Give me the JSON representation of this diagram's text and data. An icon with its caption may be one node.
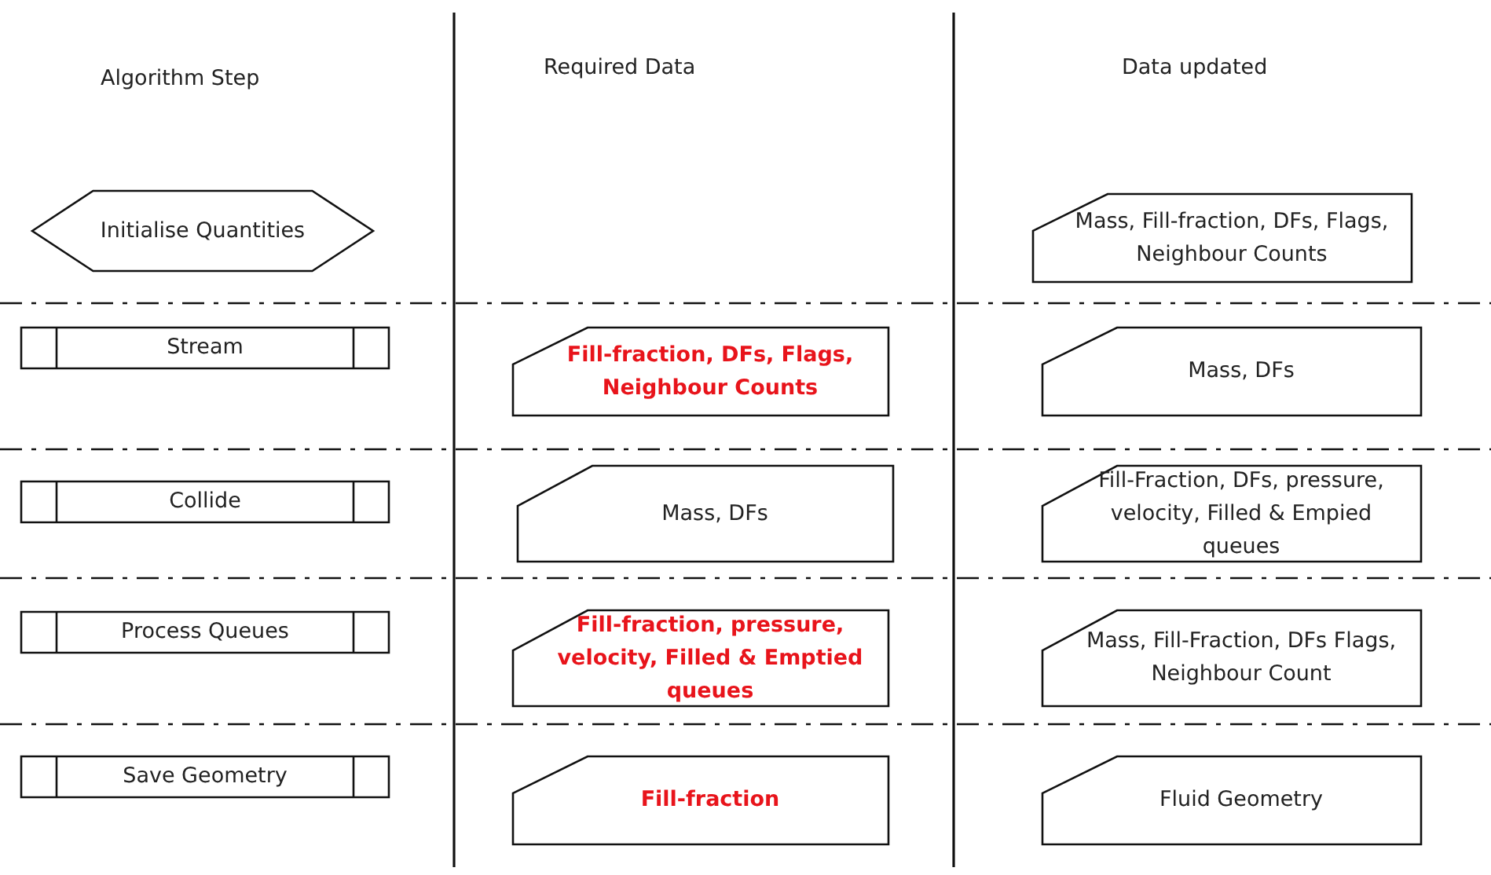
{
  "diagram": {
    "nodes": [
      {
        "text": [
          "Initialise Quantities"
        ]
      },
      {
        "text": [
          "Mass, Fill-fraction, DFs, Flags, Neighbour Counts"
        ]
      },
      {
        "text": [
          "Stream"
        ]
      },
      {
        "text": [
          "Fill-fraction, DFs, Flags, Neighbour Counts"
        ]
      },
      {
        "text": [
          "Mass, DFs"
        ]
      },
      {
        "text": [
          "Collide"
        ]
      },
      {
        "text": [
          "Mass, DFs"
        ]
      },
      {
        "text": [
          "Fill-Fraction, DFs, pressure, velocity, Filled & Empied queues"
        ]
      },
      {
        "text": [
          "Process Queues"
        ]
      },
      {
        "text": [
          "Fill-fraction, pressure, velocity, Filled & Emptied queues"
        ]
      },
      {
        "text": [
          "Mass, Fill-Fraction, DFs Flags, Neighbour Count"
        ]
      },
      {
        "text": [
          "Save Geometry"
        ]
      },
      {
        "text": [
          "Fill-fraction"
        ]
      },
      {
        "text": [
          "Fluid Geometry"
        ]
      }
    ],
    "labels": [
      "Algorithm Step",
      "Required Data",
      "Data updated"
    ]
  }
}
